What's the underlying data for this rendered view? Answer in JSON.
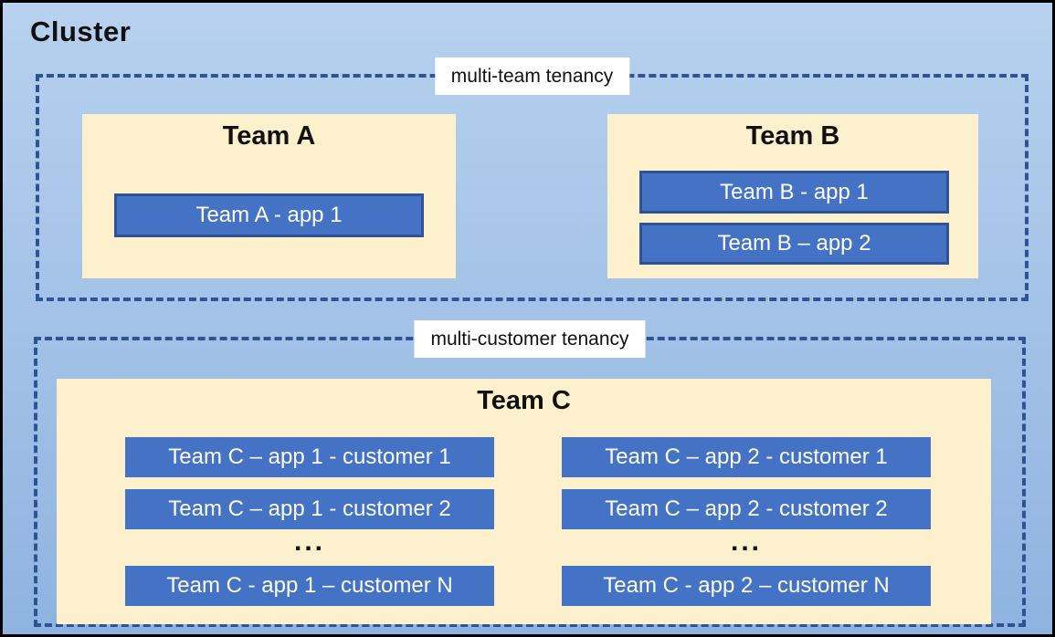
{
  "cluster_title": "Cluster",
  "multi_team": {
    "label": "multi-team tenancy",
    "team_a": {
      "name": "Team A",
      "apps": [
        "Team A - app 1"
      ]
    },
    "team_b": {
      "name": "Team B",
      "apps": [
        "Team B - app 1",
        "Team B – app 2"
      ]
    }
  },
  "multi_customer": {
    "label": "multi-customer tenancy",
    "team_c": {
      "name": "Team C",
      "col1": {
        "rows": [
          "Team C – app 1 - customer 1",
          "Team C – app 1 - customer 2"
        ],
        "ellipsis": "...",
        "row_n": "Team C - app 1 – customer N"
      },
      "col2": {
        "rows": [
          "Team C – app 2 - customer 1",
          "Team C – app 2 - customer 2"
        ],
        "ellipsis": "...",
        "row_n": "Team C - app 2 – customer N"
      }
    }
  },
  "colors": {
    "canvas_top": "#b7d1ee",
    "canvas_bottom": "#8fb3e0",
    "panel": "#fdf0cc",
    "app_fill": "#4472c4",
    "app_border": "#2f5496",
    "app_text": "#ffffff",
    "dashed_border": "#2f5496",
    "label_bg": "#ffffff",
    "outer_border": "#000000"
  }
}
